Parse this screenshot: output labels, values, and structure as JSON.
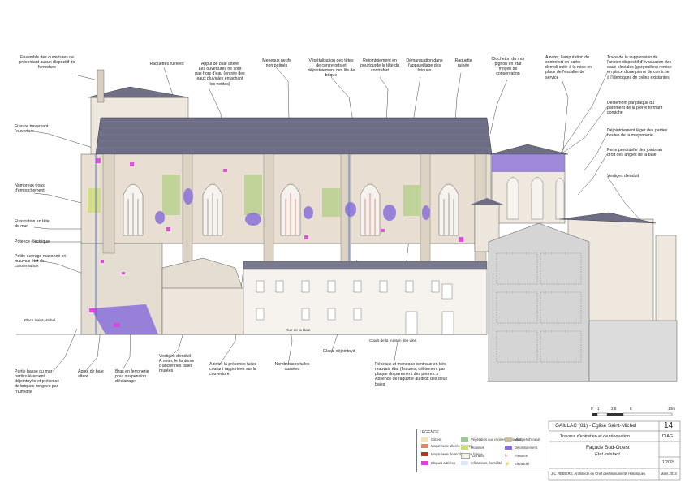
{
  "annotations": {
    "a1": "Ensemble des ouvertures ne présentant aucun dispositif de fermeture",
    "a2": "Raquettes ruinées",
    "a3": "Appui de baie altéré\nLes ouvertures ne sont pas hors d'eau (entrée des eaux pluviales entachant les voûtes)",
    "a4": "Meneaux neufs non patinés",
    "a5": "Végétalisation des têtes de contreforts et déjointoiement des lits de brique",
    "a6": "Rejointoiement en pourtourde la tête du contrefort",
    "a7": "Démarquation dans l'appareillage des briques",
    "a8": "Raquette ruinée",
    "a9": "Clocheton du mur pignon en état moyen de conservation",
    "a10": "A noter, l'amputation du contrefort en partie démoli suite à la mise en place de l'escalier de service",
    "a11": "Trace de la suppression de l'ancien dispositif d'évacuation des eaux pluviales (gargouilles) remise en place d'une pierre de corniche à l'identiques de celles existantes",
    "a12": "Délitement par plaque du parement de la pierre formant corniche",
    "a13": "Déjointoiement léger des parties hautes de la maçonnerie",
    "a14": "Perte ponctuelle des joints au droit des angles de la baie",
    "a15": "Vestiges d'enduit",
    "a16": "Fissure traversant l'ouverture",
    "a17": "Nombreux trous d'empochement",
    "a18": "Fissuration en tête de mur",
    "a19": "Potence électrique",
    "a20": "Petite ouvrage maçonné en mauvais état de conservation",
    "a21": "Partie basse du mur particulièrement déjointoyée et présence de briques rongées par l'humidité",
    "a22": "Appui de baie altéré",
    "a23": "Bras en ferronerie pour suspension d'éclairage",
    "a24": "Vestiges d'enduit\nA noter, le fantôme d'anciennes baies murées",
    "a25": "A noter la présence tuiles courant rapportées sur la couverture",
    "a26": "Nombreuses tuiles cassées",
    "a27": "Glacis déjointoyé",
    "a28": "Réseaux et meneaux centraux en très mauvais état (fissures, délitement par plaque du parement des pierres..) Absence de raquette au droit des deux baies",
    "place": "Place Saint-Michel",
    "rue1": "Rue de la Hale",
    "rue2": "Cours de la maison des vins"
  },
  "legend": {
    "title": "LÉGENDE",
    "items": [
      {
        "label": "Ciment",
        "color": "#f3e3b8"
      },
      {
        "label": "Maçonnerie altérée (pierre)",
        "color": "#f08060"
      },
      {
        "label": "Maçonnerie de modénature brisée",
        "color": "#c03020"
      },
      {
        "label": "Briques altérées",
        "color": "#e040e0"
      },
      {
        "label": "Végétation aux racines profondes",
        "color": "#9fc79a"
      },
      {
        "label": "Mousses",
        "color": "#cfdc7c"
      },
      {
        "label": "Lichens",
        "color": "#f4f4e4"
      },
      {
        "label": "Infiltrations, humidité",
        "color": "#dce8f8"
      },
      {
        "label": "Vestiges d'enduit",
        "color": "#c8bfa0"
      },
      {
        "label": "Déjointoiement",
        "color": "#8a70d8"
      },
      {
        "label": "Fissures",
        "color": "#cc2222"
      },
      {
        "label": "Electricité",
        "color": "#cc2222"
      }
    ]
  },
  "scale": {
    "t0": "0",
    "t1": "1",
    "t2": "2,5",
    "t3": "5",
    "t4": "10m"
  },
  "titleblock": {
    "project": "GAILLAC (81) - Eglise Saint-Michel",
    "number": "14",
    "subtitle": "Travaux d'entretien et de rénovation",
    "phase": "DIAG",
    "view": "Façade Sud-Ouest",
    "state": "Etat existant",
    "scale": "1/200°",
    "author": "J-L. REBIERE, Architecte en Chef des Monuments Historiques",
    "date": "Mars 2014"
  },
  "colors": {
    "brick": "#e8dfd2",
    "roof": "#6f6f86",
    "purple": "#8a70d8",
    "magenta": "#e040e0",
    "green": "#b9d28f"
  }
}
